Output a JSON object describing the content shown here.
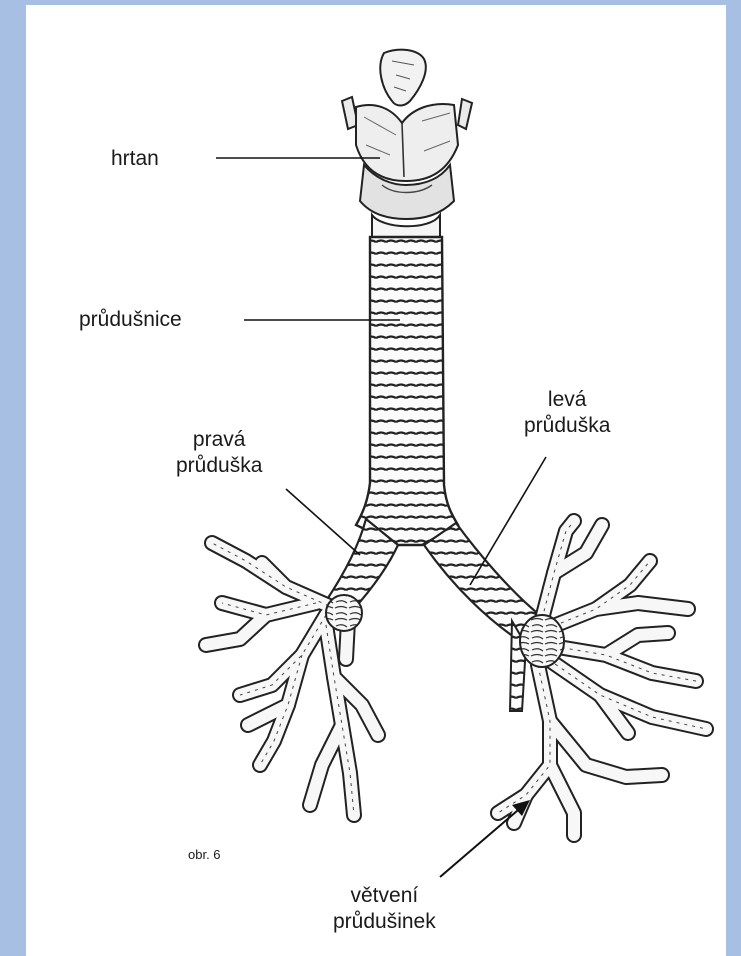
{
  "labels": {
    "hrtan": "hrtan",
    "trachea": "průdušnice",
    "right_bronchus": [
      "pravá",
      "průduška"
    ],
    "left_bronchus": [
      "levá",
      "průduška"
    ],
    "branching": [
      "větvení",
      "průdušinek"
    ],
    "figure_number": "obr. 6"
  },
  "colors": {
    "background": "#a8bfe4",
    "paper": "#ffffff",
    "ink": "#1a1a1a"
  },
  "icons": [
    "larynx-illustration",
    "trachea-illustration",
    "bronchial-tree-illustration"
  ]
}
